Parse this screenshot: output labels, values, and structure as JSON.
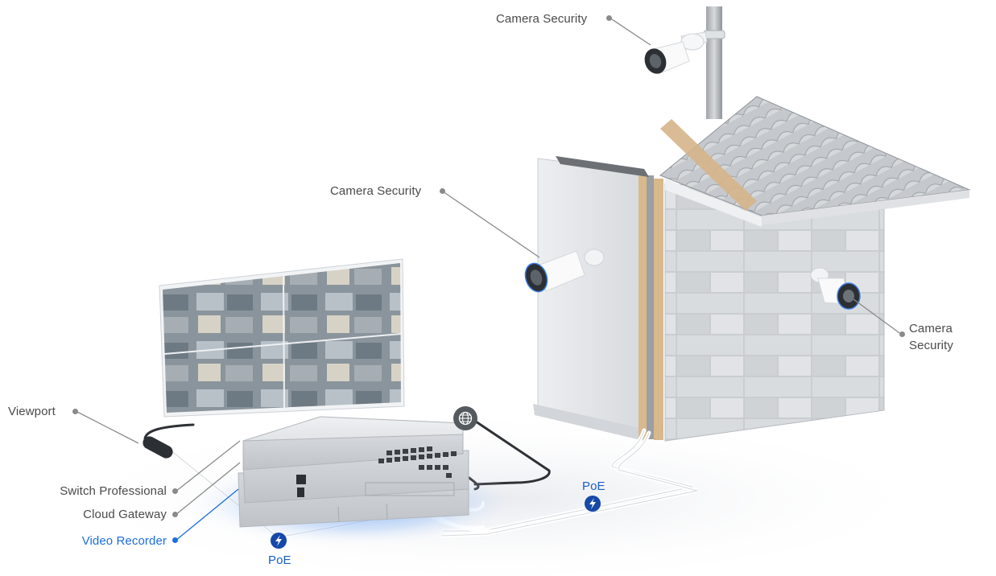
{
  "labels": {
    "camera_pole": "Camera Security",
    "camera_left_wall": "Camera Security",
    "camera_brick_wall_line1": "Camera",
    "camera_brick_wall_line2": "Security",
    "viewport": "Viewport",
    "switch_professional": "Switch Professional",
    "cloud_gateway": "Cloud Gateway",
    "video_recorder": "Video Recorder",
    "poe_left": "PoE",
    "poe_right": "PoE"
  },
  "icons": {
    "internet": "globe-icon",
    "poe": "lightning-bolt-icon"
  },
  "colors": {
    "accent_blue": "#1a6ee0",
    "poe_badge": "#1548a8",
    "label_gray": "#4a4a4a",
    "leader_gray": "#8a8a8a",
    "globe_badge": "#555555",
    "glow_blue": "#4d8ff0"
  }
}
